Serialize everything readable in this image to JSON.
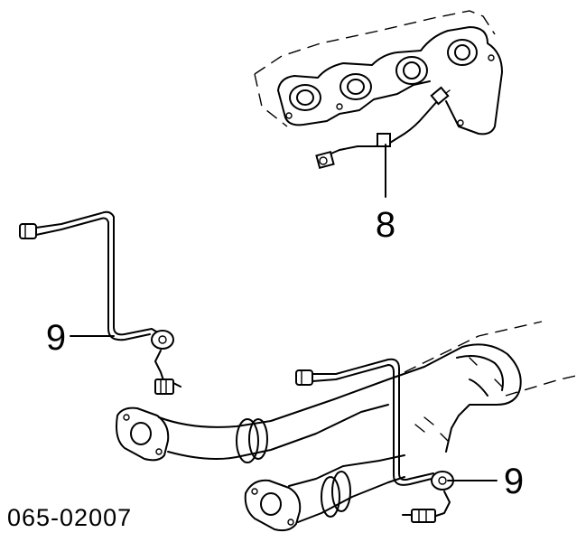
{
  "callouts": {
    "upper_sensor": "8",
    "left_sensor": "9",
    "right_sensor": "9"
  },
  "diagram_code": "065-02007"
}
